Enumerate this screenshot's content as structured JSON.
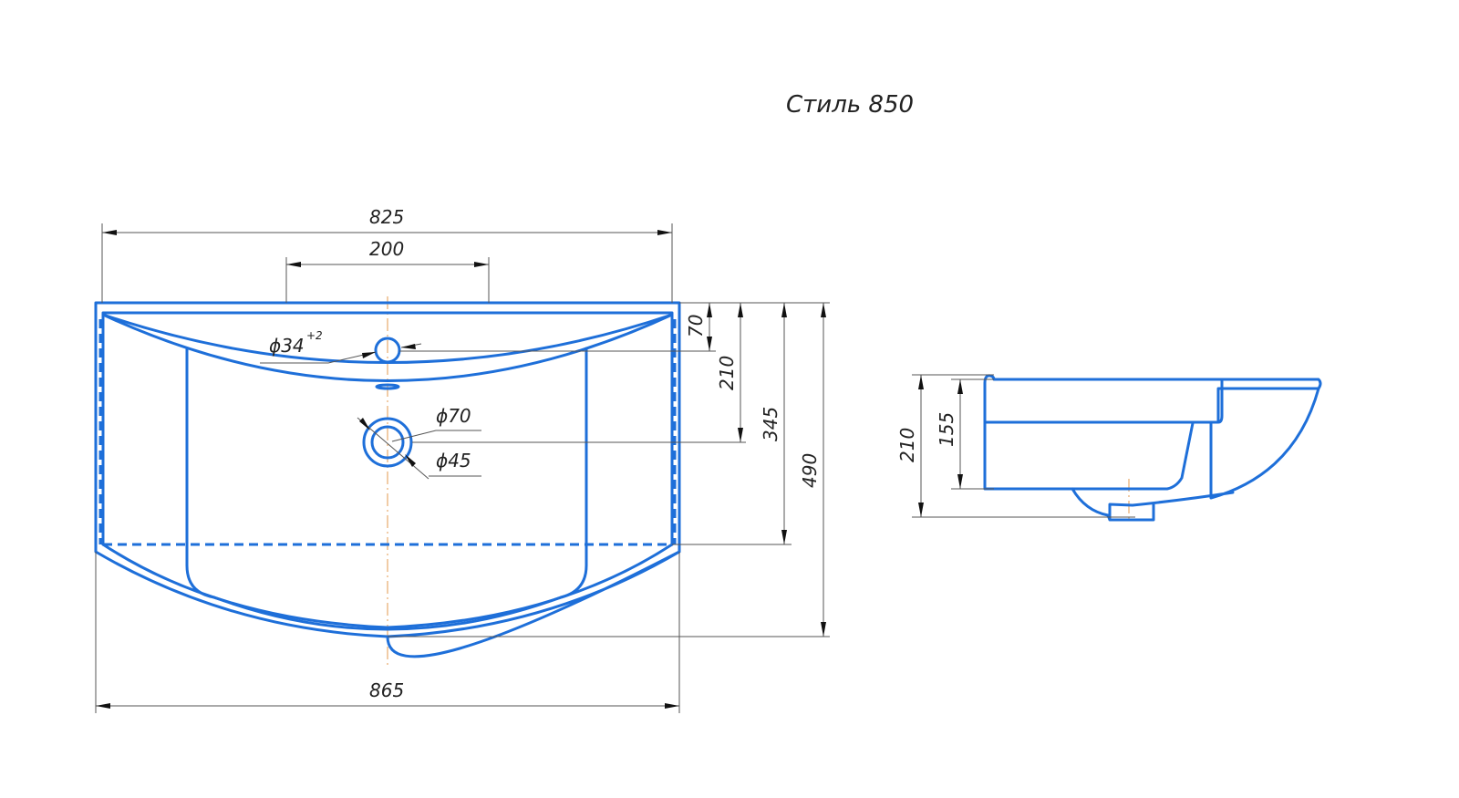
{
  "title": "Стиль 850",
  "plan_view": {
    "dim_overall_top": "825",
    "dim_tap_spacing": "200",
    "dim_70": "70",
    "dim_210": "210",
    "dim_345": "345",
    "dim_490": "490",
    "dim_overall_bottom": "865",
    "tap_hole_dia": "ϕ34",
    "tap_hole_tol": "+2",
    "drain_outer_dia": "ϕ70",
    "drain_inner_dia": "ϕ45"
  },
  "side_view": {
    "dim_total_height": "210",
    "dim_bowl_height": "155"
  },
  "colors": {
    "outline": "#1e6fd9",
    "dimension": "#555555",
    "centerline": "#e39a4e"
  }
}
